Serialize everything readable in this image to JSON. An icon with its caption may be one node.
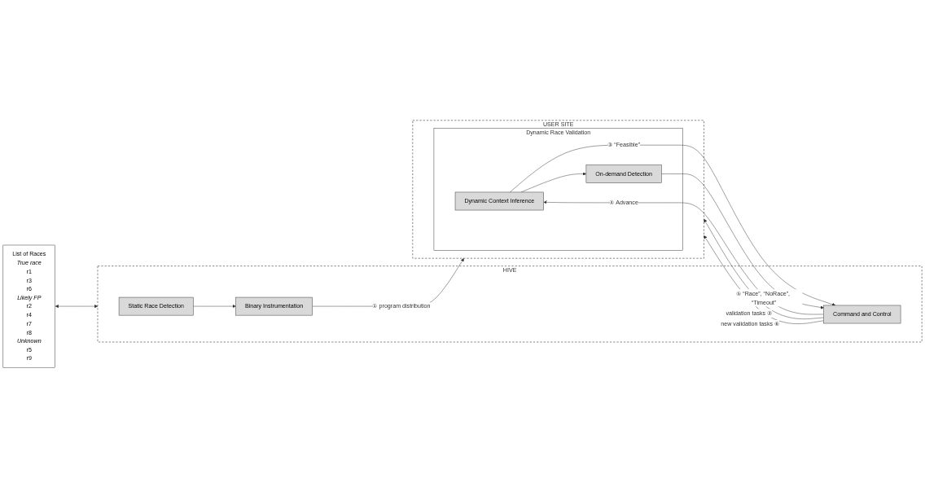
{
  "diagram": {
    "nodes": [
      {
        "text": [
          "List of Races",
          "True race",
          "r1",
          "r3",
          "r6",
          "Likely FP",
          "r2",
          "r4",
          "r7",
          "r8",
          "Unknown",
          "r5",
          "r9"
        ]
      },
      {
        "text": [
          "HIVE"
        ]
      },
      {
        "text": [
          "Static Race Detection"
        ],
        "in": 1
      },
      {
        "text": [
          "Binary Instrumentation"
        ],
        "in": 1
      },
      {
        "text": [
          "Command and Control"
        ],
        "in": 1
      },
      {
        "text": [
          "USER SITE"
        ]
      },
      {
        "text": [
          "Dynamic Race Validation"
        ],
        "in": 5
      },
      {
        "text": [
          "Dynamic Context Inference"
        ],
        "in": 6
      },
      {
        "text": [
          "On-demand Detection"
        ],
        "in": 6
      }
    ],
    "edges": [
      {
        "from": 0,
        "to": 1,
        "arrow": "both"
      },
      {
        "from": 2,
        "to": 3,
        "arrow": "to"
      },
      {
        "from": 3,
        "to": 5,
        "label": "① program distribution",
        "arrow": "to"
      },
      {
        "from": 4,
        "to": 5,
        "label": "validation tasks ②",
        "arrow": "to"
      },
      {
        "from": 7,
        "to": 4,
        "label": "③ “Feasible”",
        "arrow": "to"
      },
      {
        "from": 4,
        "to": 7,
        "label": "④ Advance",
        "arrow": "to"
      },
      {
        "from": 7,
        "to": 8,
        "arrow": "to"
      },
      {
        "from": 8,
        "to": 4,
        "label": "⑤ “Race”, “NoRace”, “Timeout”",
        "arrow": "to"
      },
      {
        "from": 4,
        "to": 5,
        "label": "new validation tasks ⑥",
        "arrow": "to"
      }
    ]
  }
}
